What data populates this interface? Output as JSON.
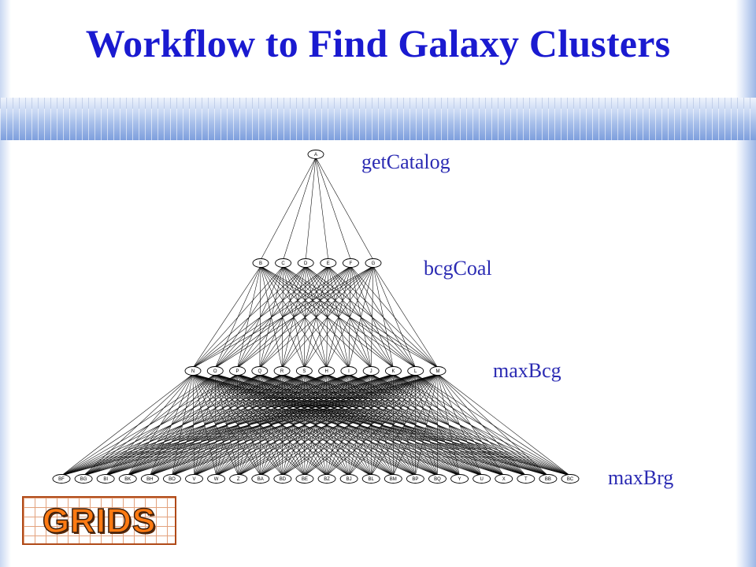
{
  "title": "Workflow to Find Galaxy Clusters",
  "levels": [
    {
      "label": "getCatalog",
      "nodes": [
        "A"
      ]
    },
    {
      "label": "bcgCoal",
      "nodes": [
        "B",
        "C",
        "D",
        "E",
        "F",
        "G"
      ]
    },
    {
      "label": "maxBcg",
      "nodes": [
        "N",
        "O",
        "P",
        "Q",
        "R",
        "S",
        "H",
        "I",
        "J",
        "K",
        "L",
        "M"
      ]
    },
    {
      "label": "maxBrg",
      "nodes": [
        "BF",
        "BG",
        "BI",
        "BK",
        "BH",
        "BO",
        "V",
        "W",
        "Z",
        "BA",
        "BD",
        "BE",
        "BZ",
        "BJ",
        "BL",
        "BM",
        "BP",
        "BQ",
        "Y",
        "U",
        "X",
        "T",
        "BB",
        "BC"
      ]
    }
  ],
  "logo": {
    "text": "GRIDS"
  },
  "colors": {
    "title": "#1a1ad0",
    "labels": "#2b2bb3",
    "logo_fill": "#ff7a12",
    "logo_border": "#b04a18"
  }
}
